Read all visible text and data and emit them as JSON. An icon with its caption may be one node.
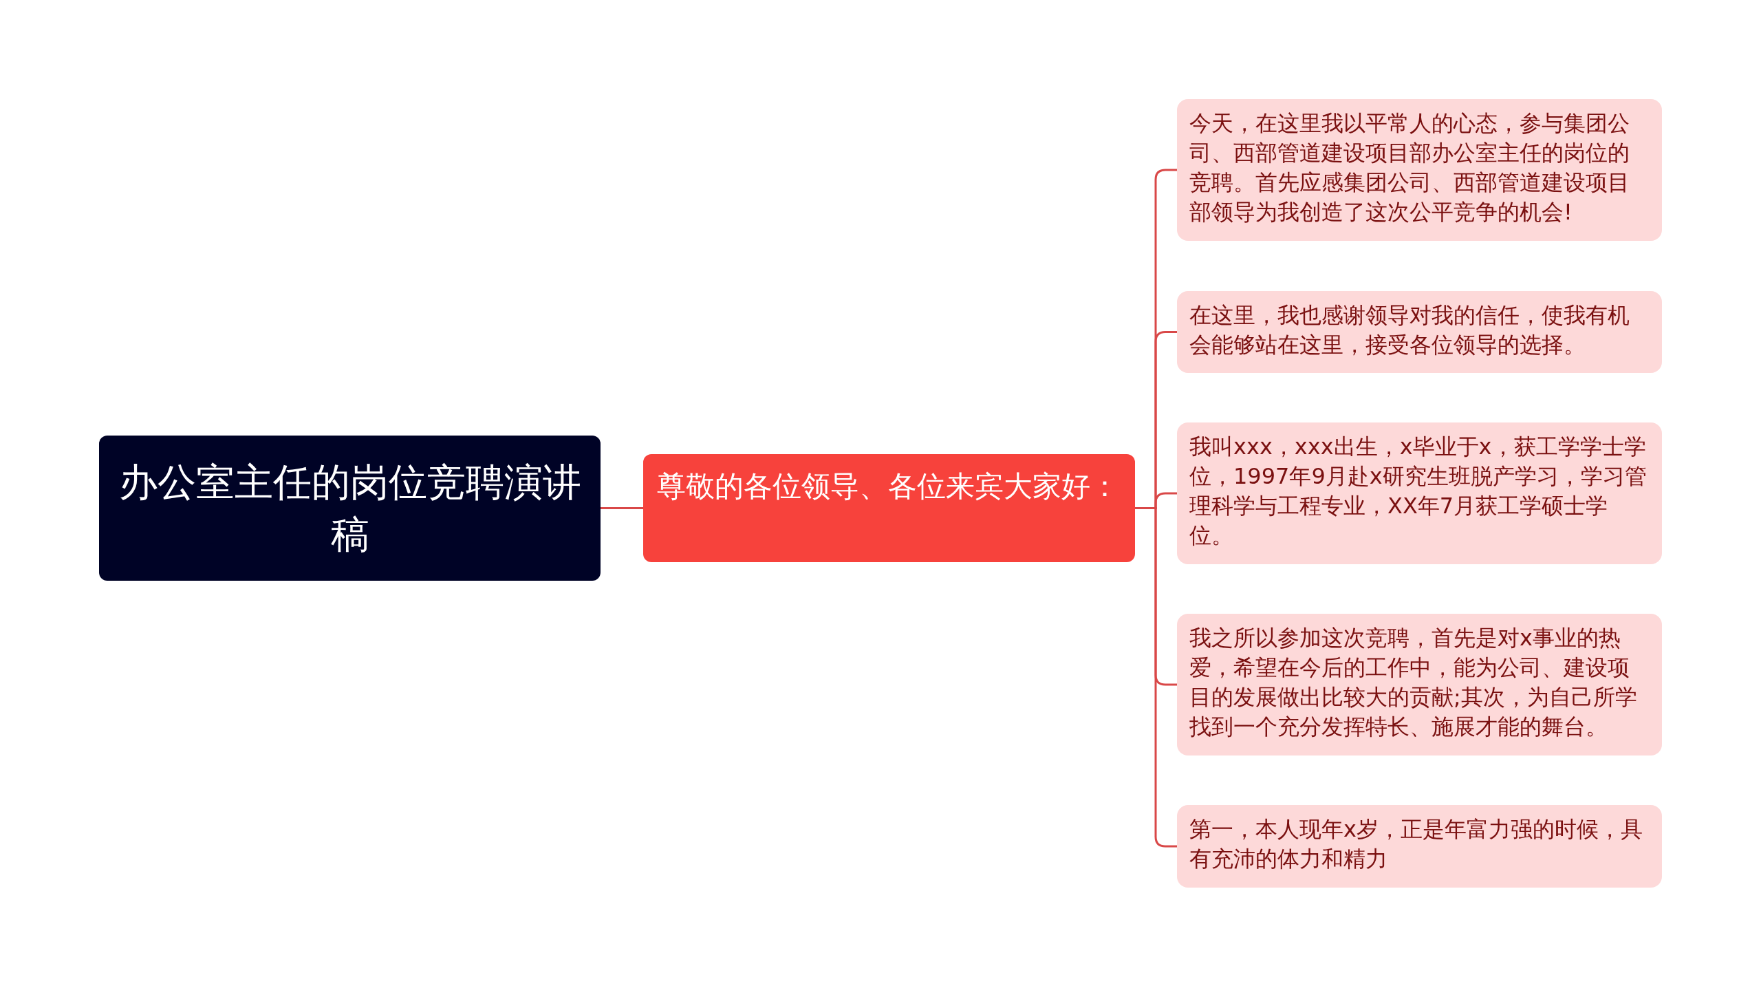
{
  "diagram": {
    "nodes": [
      {
        "text": [
          "办公室主任的岗位竞聘演讲稿"
        ]
      },
      {
        "text": [
          "尊敬的各位领导、各位来宾大家好："
        ]
      },
      {
        "text": [
          "今天，在这里我以平常人的心态，参与集团公司、西部管道建设项目部办公室主任的岗位的竞聘。首先应感集团公司、西部管道建设项目部领导为我创造了这次公平竞争的机会!"
        ]
      },
      {
        "text": [
          "在这里，我也感谢领导对我的信任，使我有机会能够站在这里，接受各位领导的选择。"
        ]
      },
      {
        "text": [
          "我叫xxx，xxx出生，x毕业于x，获工学学士学位，1997年9月赴x研究生班脱产学习，学习管理科学与工程专业，XX年7月获工学硕士学位。"
        ]
      },
      {
        "text": [
          "我之所以参加这次竞聘，首先是对x事业的热爱，希望在今后的工作中，能为公司、建设项目的发展做出比较大的贡献;其次，为自己所学找到一个充分发挥特长、施展才能的舞台。"
        ]
      },
      {
        "text": [
          "第一，本人现年x岁，正是年富力强的时候，具有充沛的体力和精力"
        ]
      }
    ],
    "edges": [
      {
        "from": 0,
        "to": 1,
        "arrow": "none"
      },
      {
        "from": 1,
        "to": 2,
        "arrow": "none"
      },
      {
        "from": 1,
        "to": 3,
        "arrow": "none"
      },
      {
        "from": 1,
        "to": 4,
        "arrow": "none"
      },
      {
        "from": 1,
        "to": 5,
        "arrow": "none"
      },
      {
        "from": 1,
        "to": 6,
        "arrow": "none"
      }
    ]
  }
}
